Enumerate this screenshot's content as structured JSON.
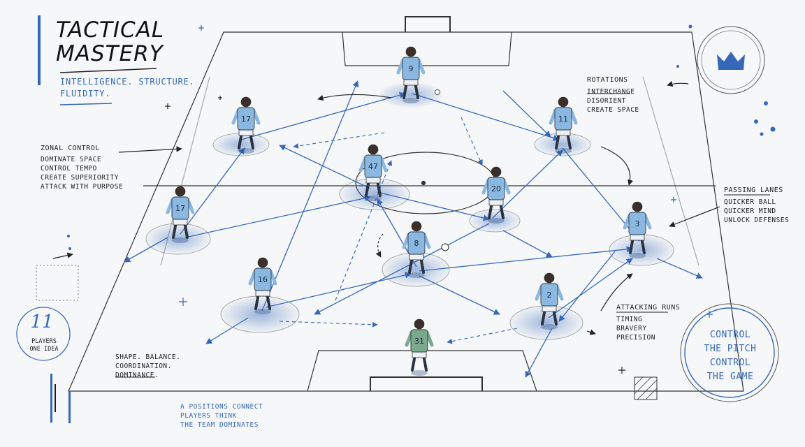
{
  "title_line1": "TACTICAL",
  "title_line2": "MASTERY",
  "subtitle_line1": "INTELLIGENCE. STRUCTURE.",
  "subtitle_line2": "FLUIDITY.",
  "zonal": {
    "heading": "ZONAL CONTROL",
    "lines": [
      "DOMINATE SPACE",
      "CONTROL TEMPO",
      "CREATE SUPERIORITY",
      "ATTACK WITH PURPOSE"
    ]
  },
  "rotations": {
    "heading": "ROTATIONS",
    "lines": [
      "INTERCHANGE",
      "DISORIENT",
      "CREATE SPACE"
    ]
  },
  "passing": {
    "heading": "PASSING LANES",
    "lines": [
      "QUICKER BALL",
      "QUICKER MIND",
      "UNLOCK DEFENSES"
    ]
  },
  "attacking": {
    "heading": "ATTACKING RUNS",
    "lines": [
      "TIMING",
      "BRAVERY",
      "PRECISION"
    ]
  },
  "shape": {
    "lines": [
      "SHAPE. BALANCE.",
      "COORDINATION.",
      "DOMINANCE."
    ]
  },
  "badge": {
    "number": "11",
    "line1": "PLAYERS",
    "line2": "ONE IDEA"
  },
  "control": {
    "lines": [
      "CONTROL",
      "THE PITCH",
      "CONTROL",
      "THE GAME"
    ]
  },
  "footer": {
    "lines": [
      "A POSITIONS CONNECT",
      "PLAYERS THINK",
      "THE TEAM DOMINATES"
    ]
  },
  "players": [
    {
      "number": "9",
      "role": "striker"
    },
    {
      "number": "17",
      "role": "left-winger"
    },
    {
      "number": "11",
      "role": "right-winger"
    },
    {
      "number": "47",
      "role": "attacking-mid"
    },
    {
      "number": "20",
      "role": "right-mid"
    },
    {
      "number": "17",
      "role": "left-back"
    },
    {
      "number": "8",
      "role": "central-mid"
    },
    {
      "number": "3",
      "role": "right-back"
    },
    {
      "number": "16",
      "role": "left-center-back"
    },
    {
      "number": "2",
      "role": "right-center-back"
    },
    {
      "number": "31",
      "role": "goalkeeper"
    }
  ],
  "colors": {
    "accent": "#3568b8",
    "kit": "#8ab8e0",
    "keeper": "#7aa98c",
    "ink": "#1c1c1c"
  }
}
